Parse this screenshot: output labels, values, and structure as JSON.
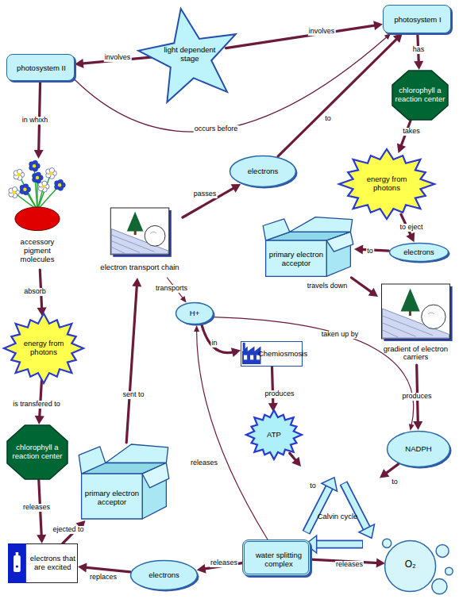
{
  "diagram": {
    "nodes": [
      {
        "text": [
          "photosystem II"
        ]
      },
      {
        "text": [
          "light dependent stage"
        ]
      },
      {
        "text": [
          "photosystem I"
        ]
      },
      {
        "text": [
          "chlorophyll a reaction center"
        ]
      },
      {
        "text": [
          "energy from photons"
        ]
      },
      {
        "text": [
          "electrons"
        ]
      },
      {
        "text": [
          "primary electron acceptor"
        ]
      },
      {
        "text": [
          "gradient of electron carriers"
        ]
      },
      {
        "text": [
          "electrons"
        ]
      },
      {
        "text": [
          "electron transport chain"
        ]
      },
      {
        "text": [
          "accessory pigment molecules"
        ]
      },
      {
        "text": [
          "energy from photons"
        ]
      },
      {
        "text": [
          "H+"
        ]
      },
      {
        "text": [
          "Chemiosmosis"
        ]
      },
      {
        "text": [
          "ATP"
        ]
      },
      {
        "text": [
          "NADPH"
        ]
      },
      {
        "text": [
          "chlorophyll a reaction center"
        ]
      },
      {
        "text": [
          "primary electron acceptor"
        ]
      },
      {
        "text": [
          "Calvin cycle"
        ]
      },
      {
        "text": [
          "electrons that are excited"
        ]
      },
      {
        "text": [
          "electrons"
        ]
      },
      {
        "text": [
          "water splitting complex"
        ]
      },
      {
        "text": [
          "O₂"
        ]
      }
    ],
    "edges": [
      {
        "from": 1,
        "to": 0,
        "label": "involves",
        "arrow": "to"
      },
      {
        "from": 1,
        "to": 2,
        "label": "involves",
        "arrow": "to"
      },
      {
        "from": 0,
        "to": 2,
        "label": "occurs before",
        "arrow": "to"
      },
      {
        "from": 2,
        "to": 3,
        "label": "has",
        "arrow": "to"
      },
      {
        "from": 3,
        "to": 4,
        "label": "takes",
        "arrow": "to"
      },
      {
        "from": 4,
        "to": 5,
        "label": "to eject",
        "arrow": "to"
      },
      {
        "from": 5,
        "to": 6,
        "label": "to",
        "arrow": "to"
      },
      {
        "from": 6,
        "to": 7,
        "label": "travels down",
        "arrow": "to"
      },
      {
        "from": 7,
        "to": 15,
        "label": "produces",
        "arrow": "to"
      },
      {
        "from": 0,
        "to": 10,
        "label": "in whixh",
        "arrow": "to"
      },
      {
        "from": 10,
        "to": 11,
        "label": "absorb",
        "arrow": "to"
      },
      {
        "from": 11,
        "to": 16,
        "label": "is transfered to",
        "arrow": "to"
      },
      {
        "from": 16,
        "to": 19,
        "label": "releases",
        "arrow": "to"
      },
      {
        "from": 19,
        "to": 17,
        "label": "ejected to",
        "arrow": "to"
      },
      {
        "from": 17,
        "to": 9,
        "label": "sent to",
        "arrow": "to"
      },
      {
        "from": 9,
        "to": 8,
        "label": "passes",
        "arrow": "to"
      },
      {
        "from": 8,
        "to": 2,
        "label": "to",
        "arrow": "to"
      },
      {
        "from": 9,
        "to": 12,
        "label": "transports",
        "arrow": "to"
      },
      {
        "from": 12,
        "to": 13,
        "label": "in",
        "arrow": "to"
      },
      {
        "from": 12,
        "to": 15,
        "label": "taken up by",
        "arrow": "to"
      },
      {
        "from": 13,
        "to": 14,
        "label": "produces",
        "arrow": "to"
      },
      {
        "from": 14,
        "to": 18,
        "label": "to",
        "arrow": "to"
      },
      {
        "from": 15,
        "to": 18,
        "label": "to",
        "arrow": "to"
      },
      {
        "from": 21,
        "to": 12,
        "label": "releases",
        "arrow": "to"
      },
      {
        "from": 21,
        "to": 20,
        "label": "releases",
        "arrow": "to"
      },
      {
        "from": 20,
        "to": 19,
        "label": "replaces",
        "arrow": "to"
      },
      {
        "from": 21,
        "to": 22,
        "label": "releases",
        "arrow": "to"
      }
    ]
  }
}
